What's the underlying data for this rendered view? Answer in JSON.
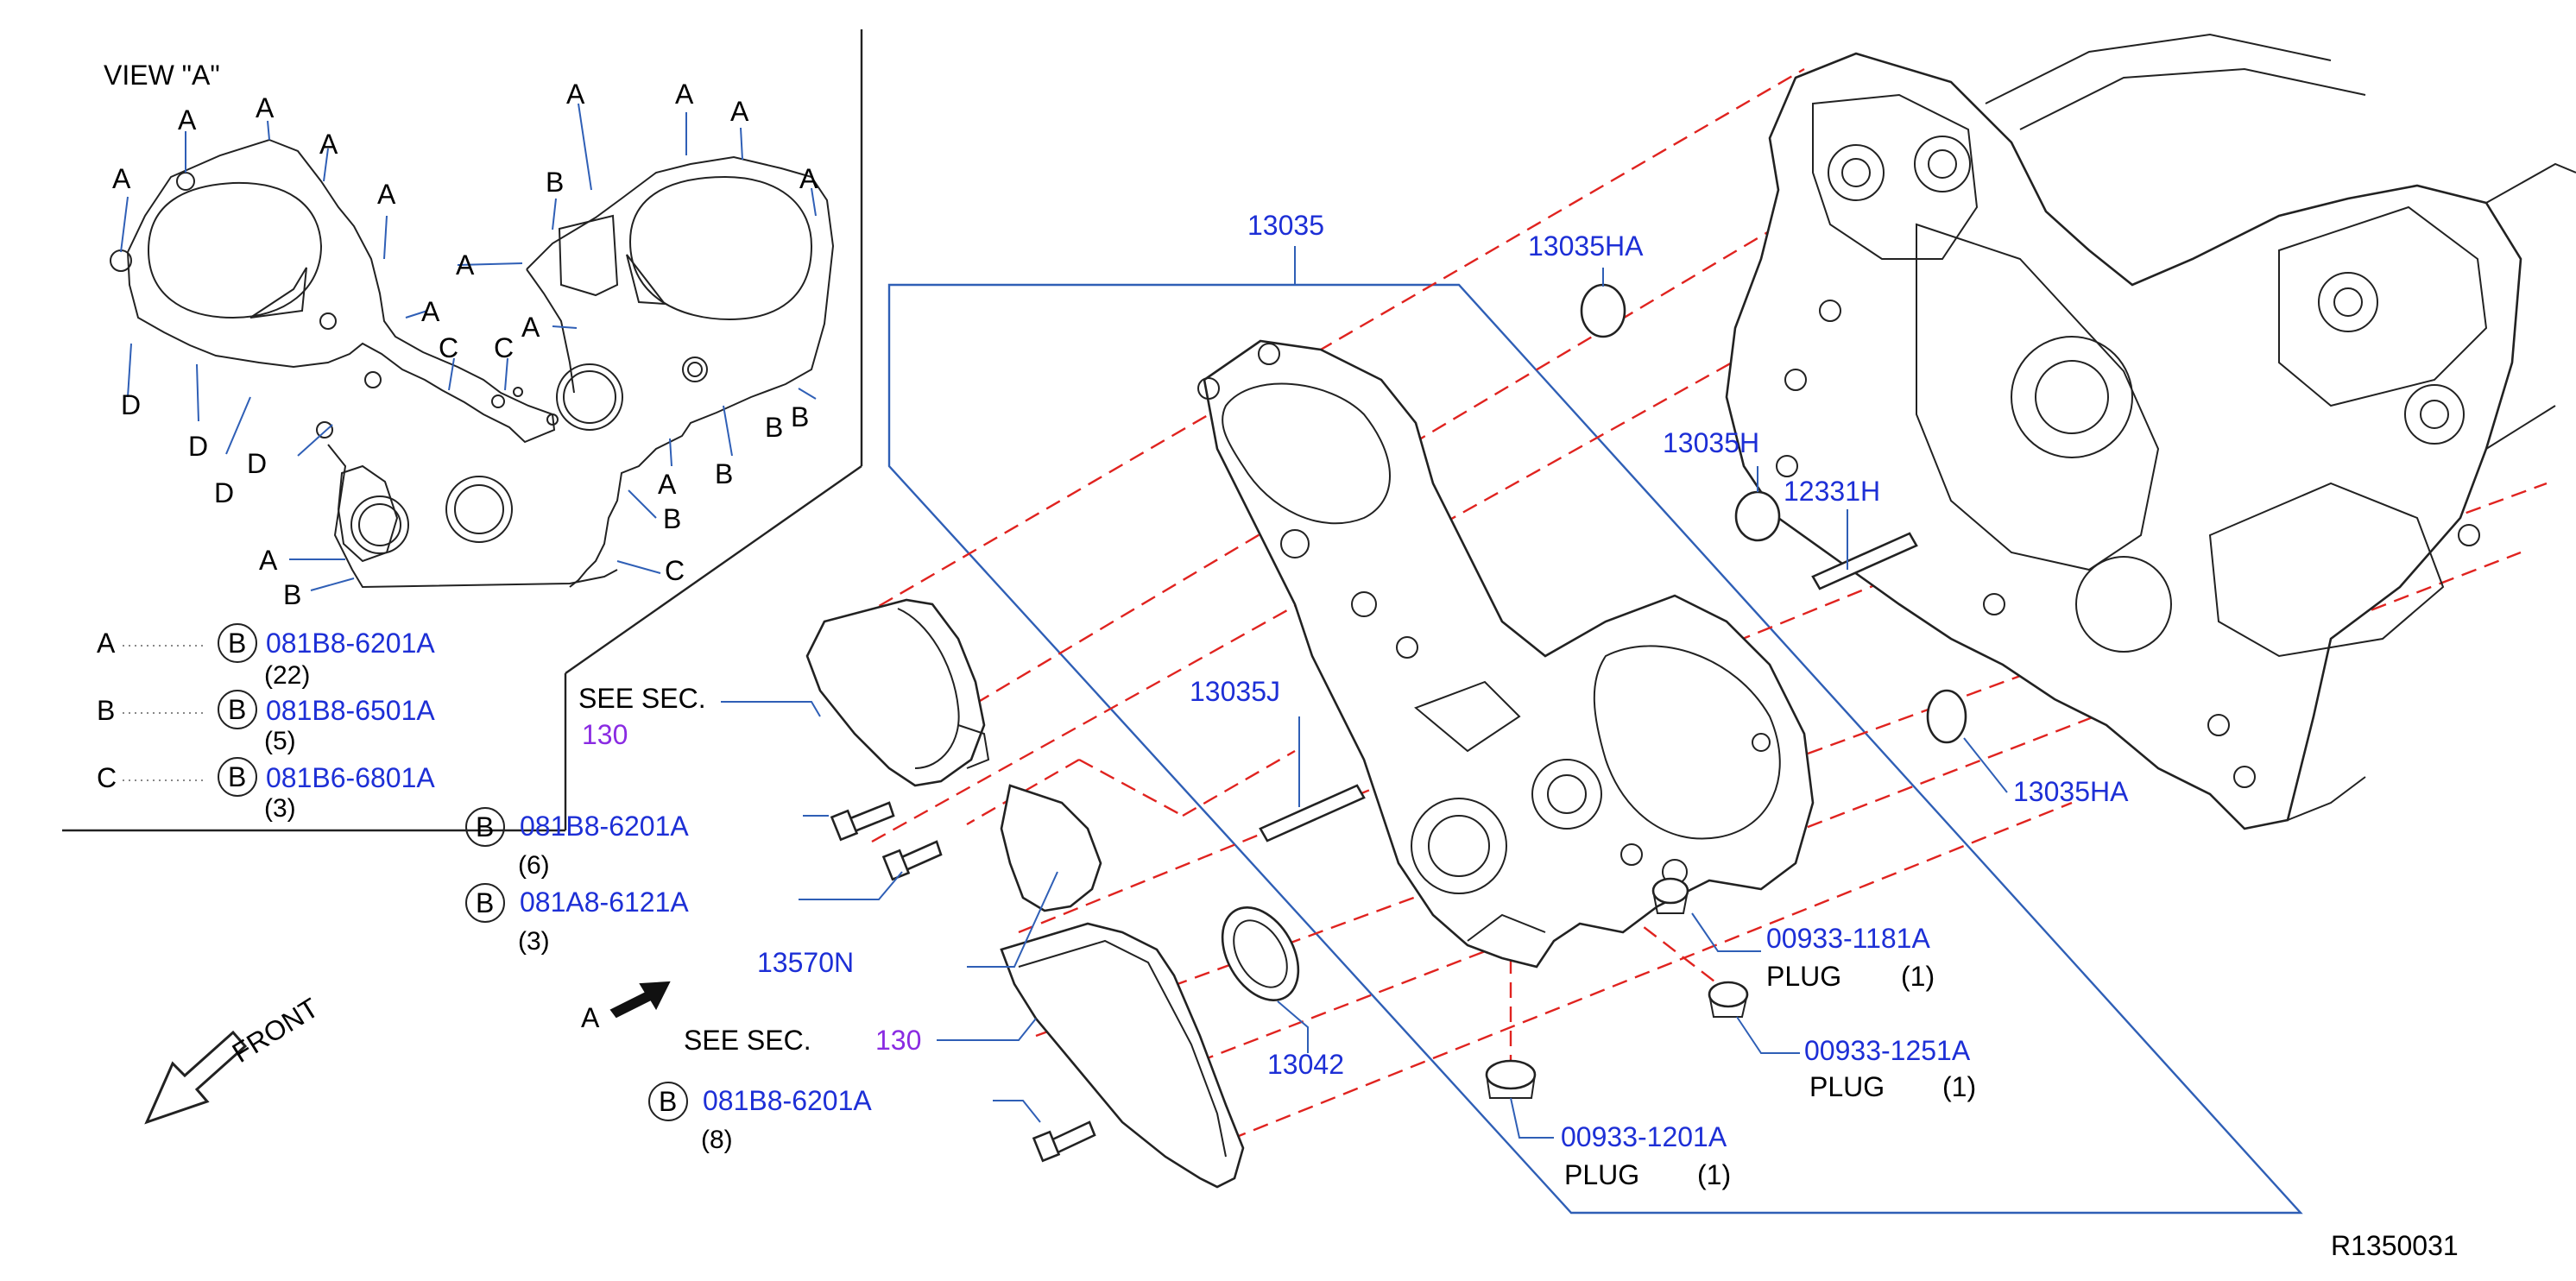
{
  "view_a": {
    "title": "VIEW  \"A\"",
    "letters": {
      "a": "A",
      "b": "B",
      "c": "C",
      "d": "D"
    }
  },
  "legend": [
    {
      "letter": "A",
      "code": "081B8-6201A",
      "qty": "(22)"
    },
    {
      "letter": "B",
      "code": "081B8-6501A",
      "qty": "(5)"
    },
    {
      "letter": "C",
      "code": "081B6-6801A",
      "qty": "(3)"
    }
  ],
  "bolt_symbol": "B",
  "see_sec": {
    "label": "SEE   SEC.",
    "number": "130"
  },
  "bolts": [
    {
      "code": "081B8-6201A",
      "qty": "(6)"
    },
    {
      "code": "081A8-6121A",
      "qty": "(3)"
    },
    {
      "code": "081B8-6201A",
      "qty": "(8)"
    }
  ],
  "arrow_a": "A",
  "front": "FRONT",
  "parts": {
    "p13035": "13035",
    "p13035HA": "13035HA",
    "p13035H": "13035H",
    "p12331H": "12331H",
    "p13035J": "13035J",
    "p13570N": "13570N",
    "p13042": "13042"
  },
  "plugs": [
    {
      "code": "00933-1181A",
      "label": "PLUG",
      "qty": "(1)"
    },
    {
      "code": "00933-1251A",
      "label": "PLUG",
      "qty": "(1)"
    },
    {
      "code": "00933-1201A",
      "label": "PLUG",
      "qty": "(1)"
    }
  ],
  "ref": "R1350031",
  "colors": {
    "part_number": "#1d2fd6",
    "section_ref": "#8a2be2",
    "leader": "#2f5fb6",
    "projection": "#e0231f"
  }
}
